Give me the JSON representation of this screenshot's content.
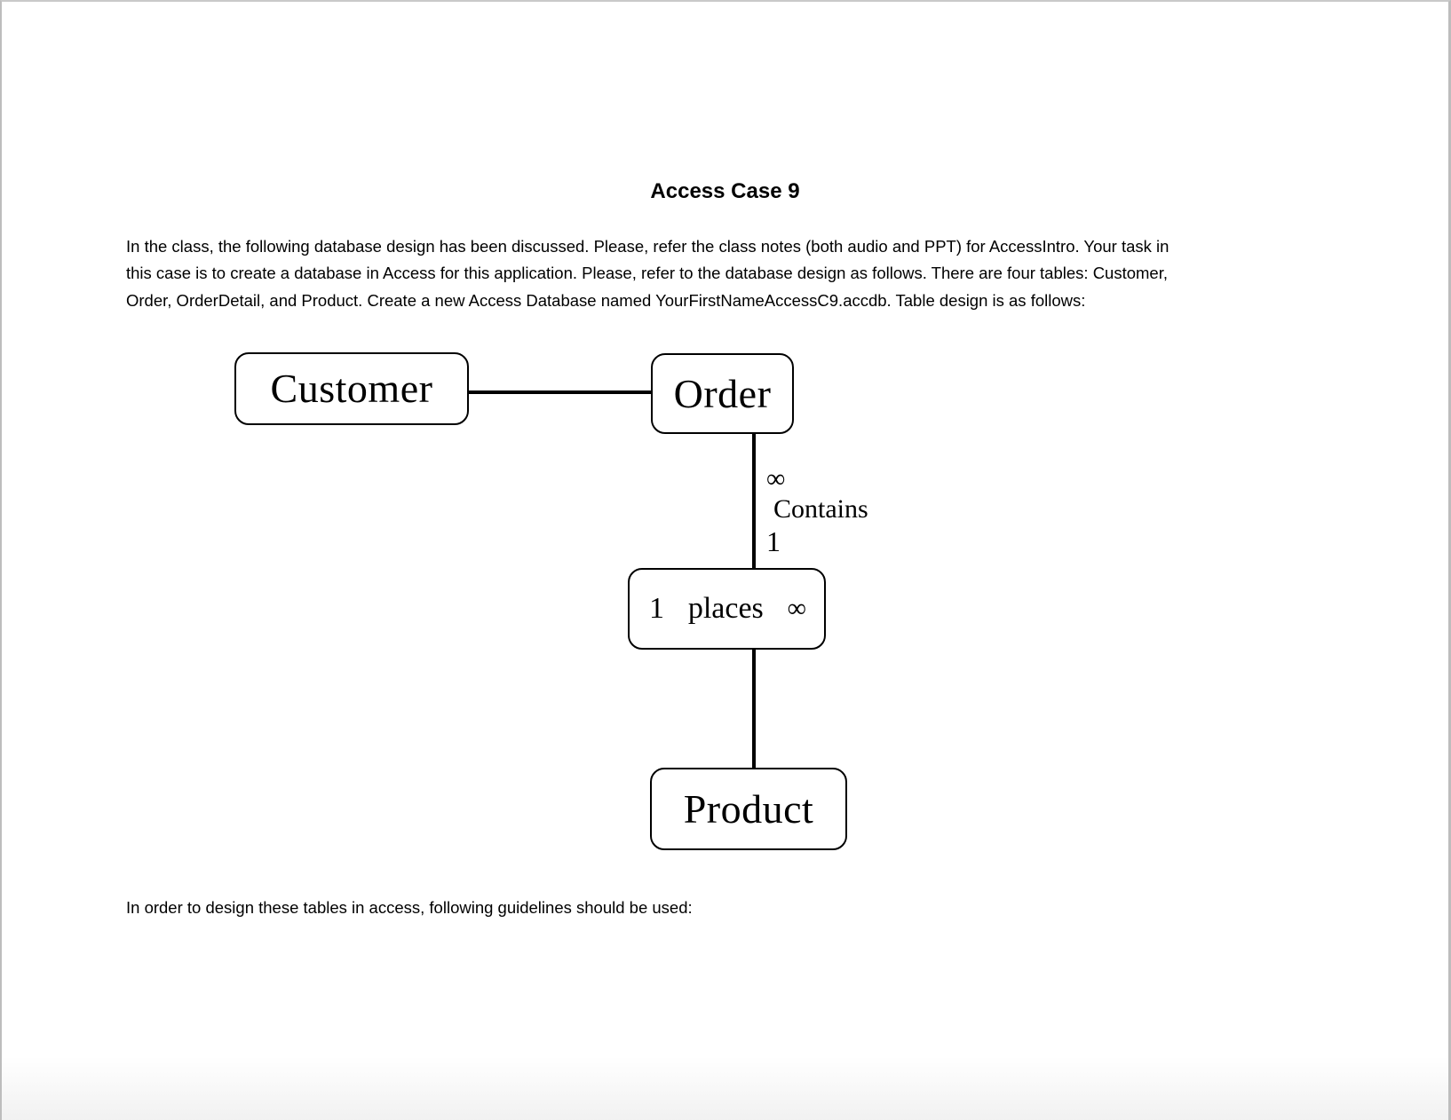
{
  "colors": {
    "page_background": "#ffffff",
    "text": "#000000",
    "page_border": "#bdbdbd",
    "diagram_line": "#000000"
  },
  "document": {
    "title": "Access Case 9",
    "intro_lines": [
      "In the class, the following database design has been discussed. Please, refer the class notes (both audio and PPT) for AccessIntro. Your task in",
      "this case is to create a database in Access for this application. Please, refer to the database design as follows. There are four tables: Customer,",
      "Order, OrderDetail, and Product. Create a new Access Database named YourFirstNameAccessC9.accdb. Table design is as follows:"
    ],
    "guidelines_line": "In order to design these tables in access, following guidelines should be used:"
  },
  "diagram": {
    "entities": [
      {
        "id": "customer",
        "label": "Customer"
      },
      {
        "id": "order",
        "label": "Order"
      },
      {
        "id": "product",
        "label": "Product"
      }
    ],
    "contains_relationship": {
      "many_symbol": "∞",
      "label": "Contains",
      "one_symbol": "1"
    },
    "places_relationship": {
      "one_symbol": "1",
      "label": "places",
      "many_symbol": "∞"
    }
  }
}
